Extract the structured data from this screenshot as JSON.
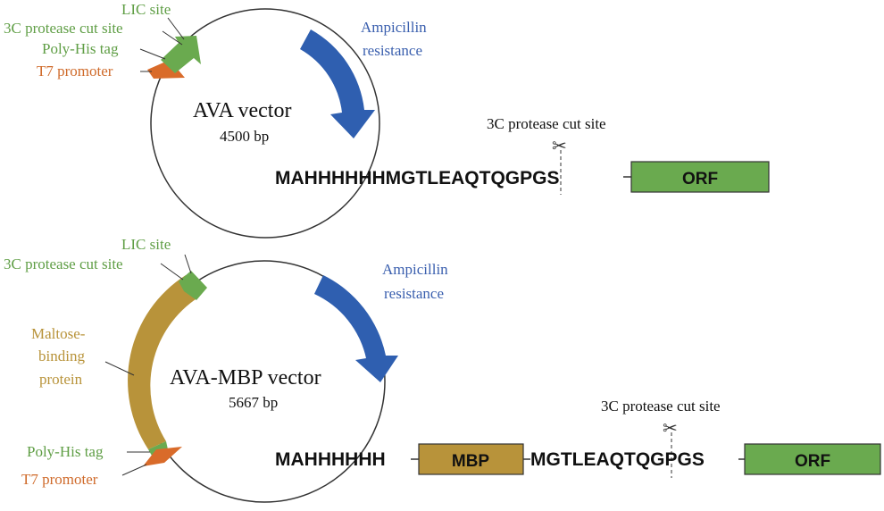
{
  "colors": {
    "green": "#6aaa4f",
    "orange": "#d96b2a",
    "blue": "#2f5fb0",
    "gold": "#b8933a",
    "text_green": "#5f9e45",
    "text_orange": "#cf6a2a",
    "text_blue": "#3a5fae",
    "text_gold": "#b8933a"
  },
  "ava": {
    "vector_name": "AVA vector",
    "size": "4500 bp",
    "labels": {
      "lic_site": "LIC site",
      "protease_site": "3C protease cut site",
      "polyhis": "Poly-His tag",
      "t7": "T7 promoter",
      "ampicillin_1": "Ampicillin",
      "ampicillin_2": "resistance"
    },
    "cut_label": "3C protease cut site",
    "sequence": "MAHHHHHHMGTLEAQTQGPGS",
    "orf": "ORF"
  },
  "mbp": {
    "vector_name": "AVA-MBP vector",
    "size": "5667 bp",
    "labels": {
      "lic_site": "LIC site",
      "protease_site": "3C protease cut site",
      "maltose_1": "Maltose-",
      "maltose_2": "binding",
      "maltose_3": "protein",
      "polyhis": "Poly-His tag",
      "t7": "T7 promoter",
      "ampicillin_1": "Ampicillin",
      "ampicillin_2": "resistance"
    },
    "cut_label": "3C protease cut site",
    "sequence_1": "MAHHHHHH",
    "mbp_box": "MBP",
    "sequence_2": "MGTLEAQTQGPGS",
    "orf": "ORF"
  }
}
